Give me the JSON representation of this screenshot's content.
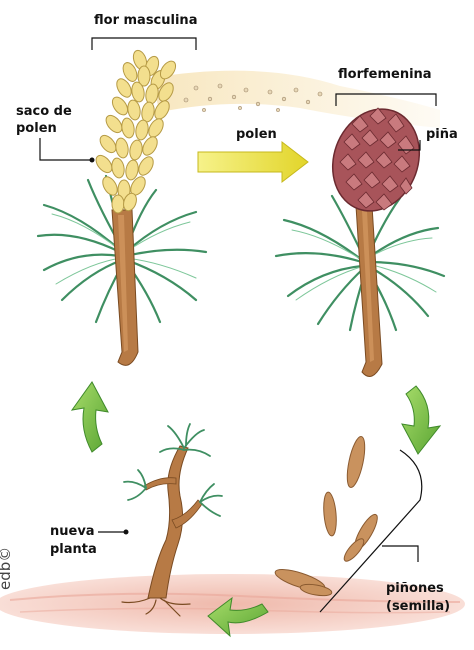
{
  "labels": {
    "flor_masculina": "flor masculina",
    "saco_de_polen_1": "saco de",
    "saco_de_polen_2": "polen",
    "polen": "polen",
    "flor_femenina": "florfemenina",
    "pina": "piña",
    "nueva_planta_1": "nueva",
    "nueva_planta_2": "planta",
    "pinones": "piñones",
    "semilla": "(semilla)"
  },
  "credit": "edb©",
  "colors": {
    "pollen_cone": "#f3df8e",
    "female_cone": "#a8545a",
    "stem": "#b77a45",
    "needles": "#3f8f62",
    "arrow_green": "#7dc242",
    "arrow_yellow": "#e6e23a",
    "ground": "#f2c7bd",
    "seed": "#c9925e"
  },
  "icons": [
    "pollen-cone-icon",
    "female-cone-icon",
    "seedling-icon",
    "seed-icon",
    "cycle-arrow-icon"
  ]
}
